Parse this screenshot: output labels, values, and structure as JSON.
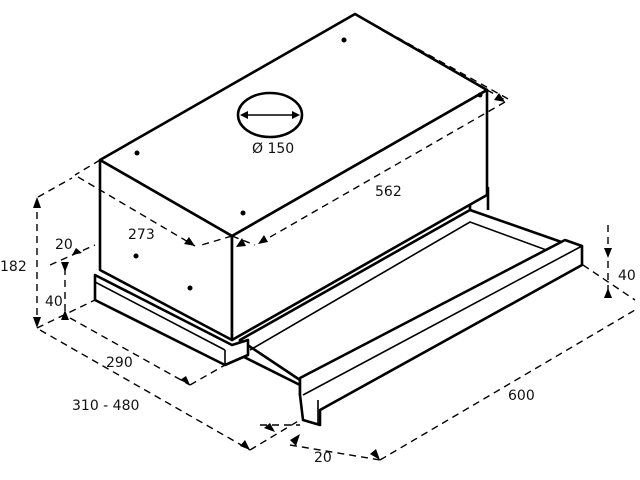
{
  "title": "Telescopic range hood dimensions",
  "dimensions": {
    "duct_diameter": "Ø 150",
    "length": "562",
    "depth": "273",
    "height": "182",
    "front_offset": "20",
    "base_height": "40",
    "base_depth": "290",
    "extended_depth": "310 - 480",
    "width": "600",
    "handle_depth": "20",
    "handle_height": "40"
  }
}
